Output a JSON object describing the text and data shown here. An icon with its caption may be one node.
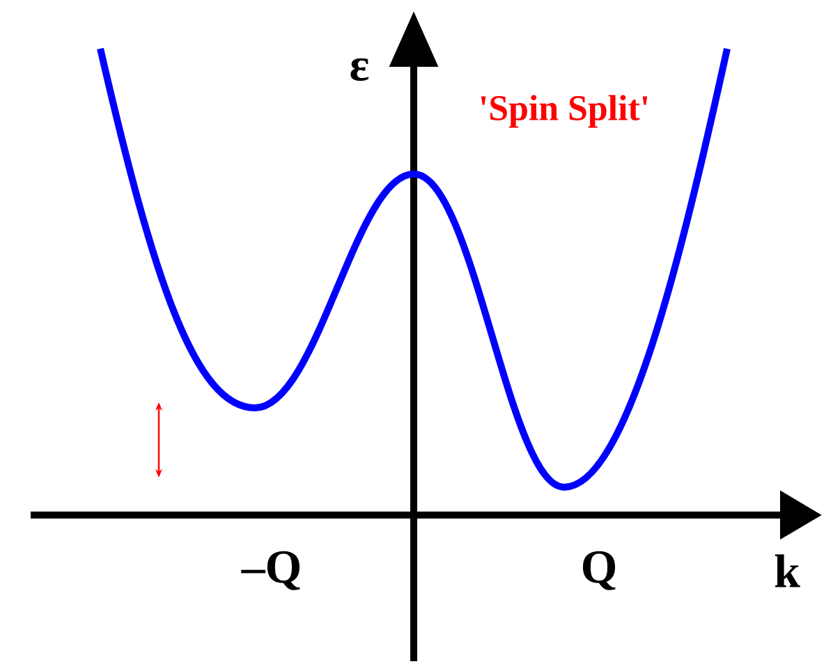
{
  "diagram": {
    "labels": [
      "ε",
      "'Spin Split'",
      "–Q",
      "Q",
      "k"
    ]
  }
}
